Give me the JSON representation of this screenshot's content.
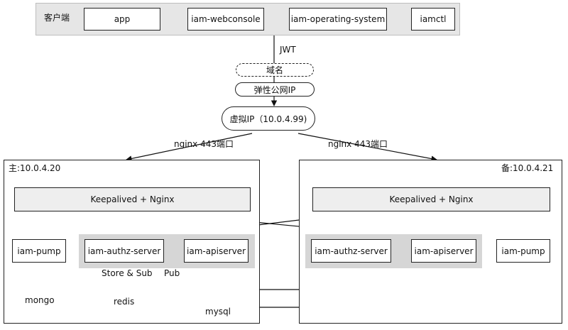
{
  "client": {
    "label": "客户端",
    "apps": [
      "app",
      "iam-webconsole",
      "iam-operating-system",
      "iamctl"
    ]
  },
  "edge": {
    "jwt": "JWT",
    "domain": "域名",
    "eip": "弹性公网IP",
    "vip": "虚拟IP（10.0.4.99)"
  },
  "routes": {
    "left": "nginx 443端口",
    "right": "nginx 443端口"
  },
  "master": {
    "title": "主:10.0.4.20",
    "lb": "Keepalived + Nginx",
    "authz": "iam-authz-server",
    "api": "iam-apiserver",
    "pump": "iam-pump",
    "mongo": "mongo",
    "redis": "redis",
    "mysql": "mysql",
    "store_sub": "Store & Sub",
    "pub": "Pub"
  },
  "backup": {
    "title": "备:10.0.4.21",
    "lb": "Keepalived  + Nginx",
    "authz": "iam-authz-server",
    "api": "iam-apiserver",
    "pump": "iam-pump"
  }
}
